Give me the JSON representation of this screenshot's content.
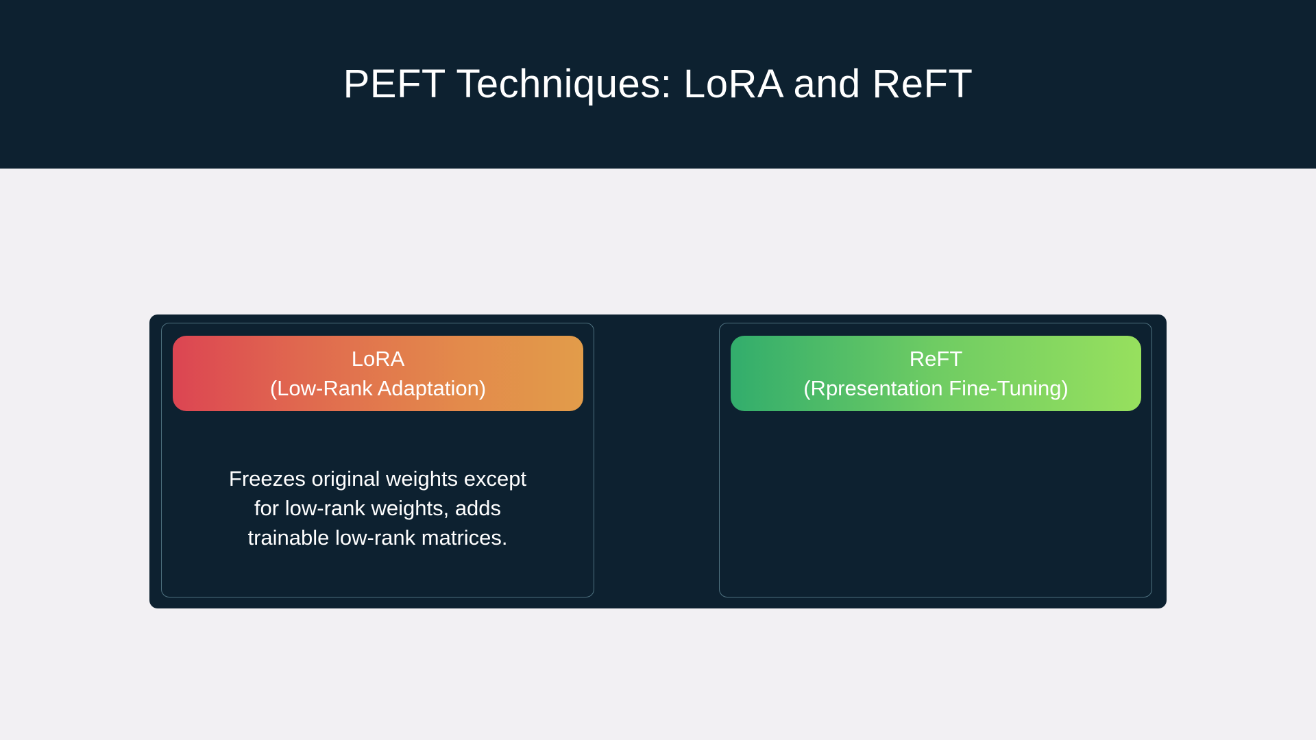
{
  "header": {
    "title": "PEFT Techniques: LoRA and ReFT"
  },
  "cards": [
    {
      "name": "LoRA",
      "subtitle": "(Low-Rank Adaptation)",
      "description": [
        "Freezes original weights except",
        "for low-rank weights, adds",
        "trainable low-rank matrices."
      ],
      "gradient": [
        "#dc4552",
        "#e29c4a"
      ]
    },
    {
      "name": "ReFT",
      "subtitle": "(Rpresentation Fine-Tuning)",
      "gradient": [
        "#32ad6c",
        "#97e05e"
      ]
    }
  ],
  "colors": {
    "header_bg": "#0d2130",
    "page_bg": "#f2f0f3"
  }
}
